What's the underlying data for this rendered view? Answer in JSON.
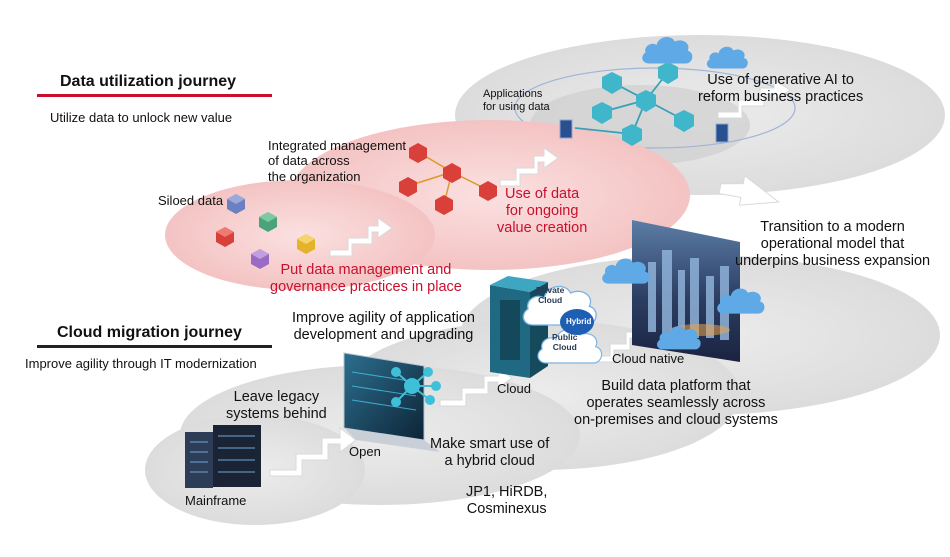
{
  "colors": {
    "accent_red": "#c8102e",
    "rule_dark": "#222222",
    "ellipse_gray": "#d9d9d9",
    "ellipse_pink": "#f7c9c9",
    "cube_red": "#d9403a",
    "cube_teal": "#3fb6c9",
    "cube_blue": "#6c7fc0",
    "cube_green": "#4aa37a",
    "cube_yellow": "#e4b32c",
    "cube_purple": "#9b6bc4",
    "cloud_blue": "#5fa9e6"
  },
  "data_journey": {
    "title": "Data utilization journey",
    "subtitle": "Utilize data to unlock new value",
    "siloed": "Siloed data",
    "integrated": [
      "Integrated management",
      "of data across",
      "the organization"
    ],
    "applications": [
      "Applications",
      "for using data"
    ],
    "gen_ai": [
      "Use of generative AI to",
      "reform business practices"
    ],
    "ongoing": [
      "Use of data",
      "for ongoing",
      "value creation"
    ],
    "governance": [
      "Put data management and",
      "governance practices in place"
    ]
  },
  "cloud_journey": {
    "title": "Cloud migration journey",
    "subtitle": "Improve agility through IT modernization",
    "agility": [
      "Improve agility of application",
      "development and upgrading"
    ],
    "transition": [
      "Transition to a modern",
      "operational model that",
      "underpins business expansion"
    ],
    "legacy": [
      "Leave legacy",
      "systems behind"
    ],
    "mainframe": "Mainframe",
    "open": "Open",
    "cloud": "Cloud",
    "cloud_native": "Cloud native",
    "private_cloud": [
      "Private",
      "Cloud"
    ],
    "hybrid": "Hybrid",
    "public_cloud": [
      "Public",
      "Cloud"
    ],
    "data_platform": [
      "Build data platform that",
      "operates seamlessly across",
      "on-premises and cloud systems"
    ],
    "hybrid_use": [
      "Make smart use of",
      "a hybrid cloud"
    ],
    "products": [
      "JP1, HiRDB,",
      "Cosminexus"
    ]
  }
}
